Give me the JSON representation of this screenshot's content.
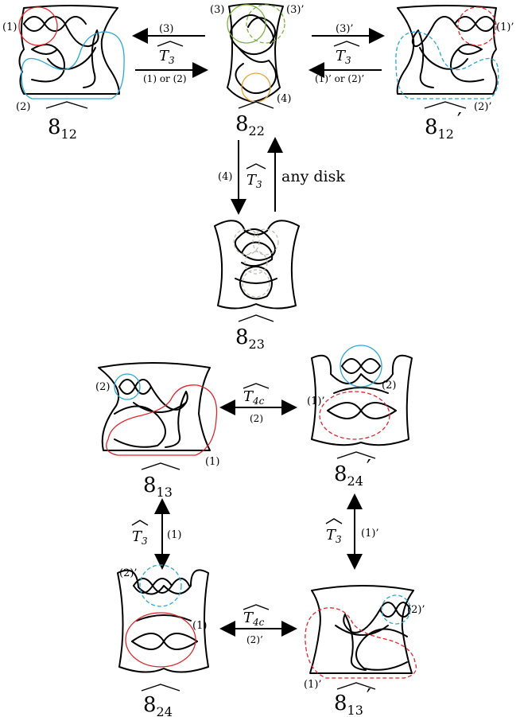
{
  "diagrams": {
    "top_left": {
      "name": "8",
      "sub": "12",
      "prime": "",
      "disk_labels": [
        "(1)",
        "(2)"
      ]
    },
    "top_center": {
      "name": "8",
      "sub": "22",
      "prime": "",
      "disk_labels": [
        "(3)",
        "(3)’",
        "(4)"
      ]
    },
    "top_right": {
      "name": "8",
      "sub": "12",
      "prime": "′",
      "disk_labels": [
        "(1)’",
        "(2)’"
      ]
    },
    "middle": {
      "name": "8",
      "sub": "23",
      "prime": ""
    },
    "mid_left": {
      "name": "8",
      "sub": "13",
      "prime": "",
      "disk_labels": [
        "(2)",
        "(1)"
      ]
    },
    "mid_right": {
      "name": "8",
      "sub": "24",
      "prime": "′",
      "disk_labels": [
        "(2)",
        "(1)’"
      ]
    },
    "bot_left": {
      "name": "8",
      "sub": "24",
      "prime": "",
      "disk_labels": [
        "(2)’",
        "(1)"
      ]
    },
    "bot_right": {
      "name": "8",
      "sub": "13",
      "prime": "′",
      "disk_labels": [
        "(2)’",
        "(1)’"
      ]
    }
  },
  "arrows": {
    "tc_to_tl": {
      "top": "(3)",
      "op": "T",
      "opsub": "3",
      "bottom": "(1) or (2)"
    },
    "tc_to_tr": {
      "top": "(3)’",
      "op": "T",
      "opsub": "3",
      "bottom": "(1)’ or (2)’"
    },
    "vertical_top": {
      "left": "(4)",
      "op": "T",
      "opsub": "3",
      "right": "any disk"
    },
    "mid_horizontal": {
      "op": "T",
      "opsub": "4c",
      "bottom": "(2)"
    },
    "left_vertical": {
      "op": "T",
      "opsub": "3",
      "right": "(1)"
    },
    "right_vertical": {
      "op": "T",
      "opsub": "3",
      "right": "(1)’"
    },
    "bot_horizontal": {
      "op": "T",
      "opsub": "4c",
      "bottom": "(2)’"
    }
  },
  "colors": {
    "red": "#e0262b",
    "blue": "#2aa7d8",
    "green": "#7bb33a",
    "orange": "#e8a23a",
    "gray_dashed": "#b8b8a8"
  }
}
